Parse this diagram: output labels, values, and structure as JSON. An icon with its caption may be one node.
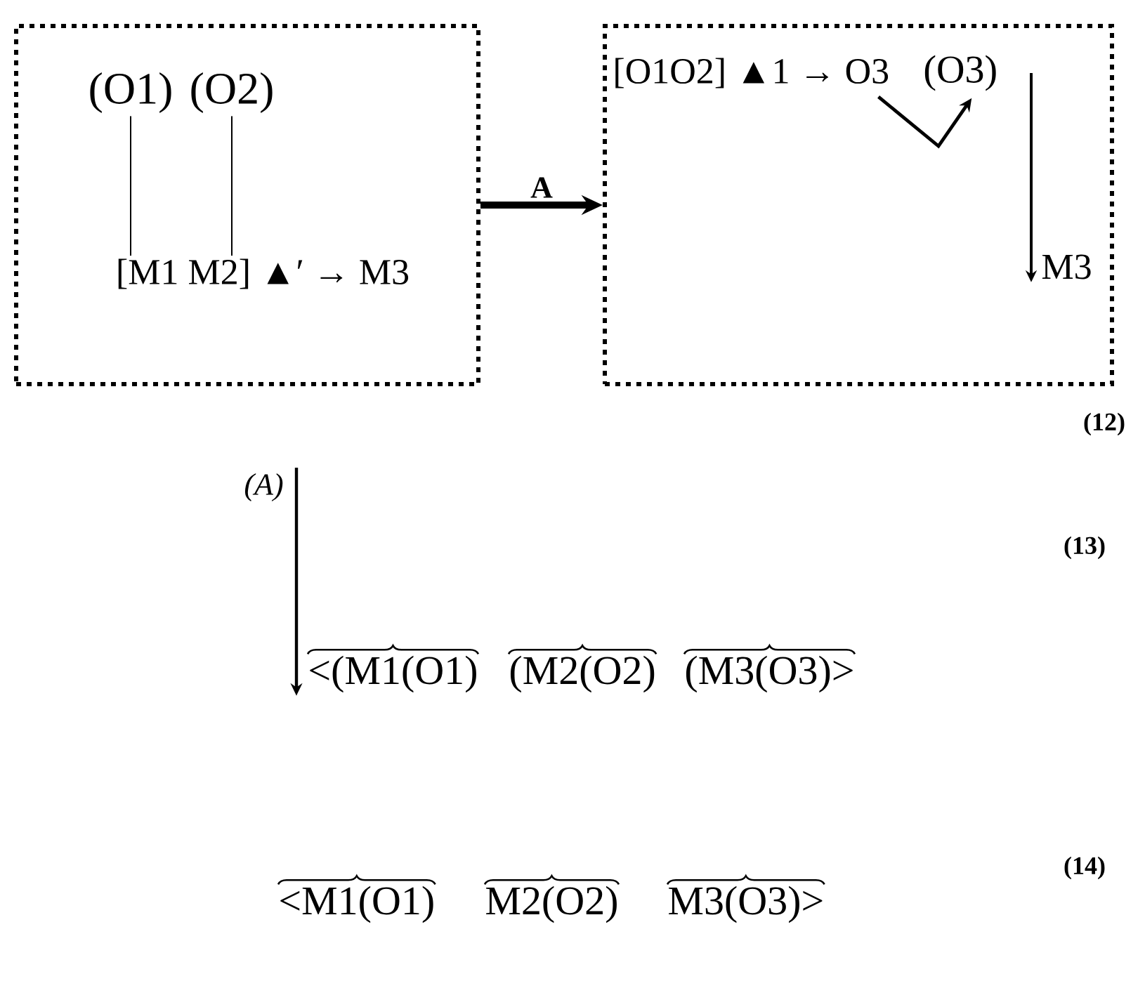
{
  "diagram": {
    "nodes": [
      {
        "text": [],
        "shape": "box"
      },
      {
        "text": [
          "(O1)"
        ],
        "in": 0
      },
      {
        "text": [
          "(O2)"
        ],
        "in": 0
      },
      {
        "text": [
          "[M1 M2] ▲′ → M3"
        ],
        "in": 0
      },
      {
        "text": [],
        "shape": "box"
      },
      {
        "text": [
          "[O1O2] ▲1 → O3"
        ],
        "in": 4
      },
      {
        "text": [
          "(O3)"
        ],
        "in": 4
      },
      {
        "text": [
          "M3"
        ],
        "in": 4
      },
      {
        "text": [
          "<(M1(O1)"
        ]
      },
      {
        "text": [
          "(M2(O2)"
        ]
      },
      {
        "text": [
          "(M3(O3)>"
        ]
      },
      {
        "text": [
          "<M1(O1)"
        ]
      },
      {
        "text": [
          "M2(O2)"
        ]
      },
      {
        "text": [
          "M3(O3)>"
        ]
      }
    ],
    "edges": [
      {
        "from": 0,
        "to": 4,
        "arrow": "to",
        "label": "A",
        "style": "thick"
      },
      {
        "from": 1,
        "to": 3,
        "arrow": "none"
      },
      {
        "from": 2,
        "to": 3,
        "arrow": "none"
      },
      {
        "from": 5,
        "to": 6,
        "arrow": "to"
      },
      {
        "from": 6,
        "to": 7,
        "arrow": "to"
      },
      {
        "from": null,
        "to": 8,
        "arrow": "to",
        "label": "(A)"
      }
    ],
    "labels": [
      "(12)",
      "(13)",
      "(14)"
    ]
  }
}
